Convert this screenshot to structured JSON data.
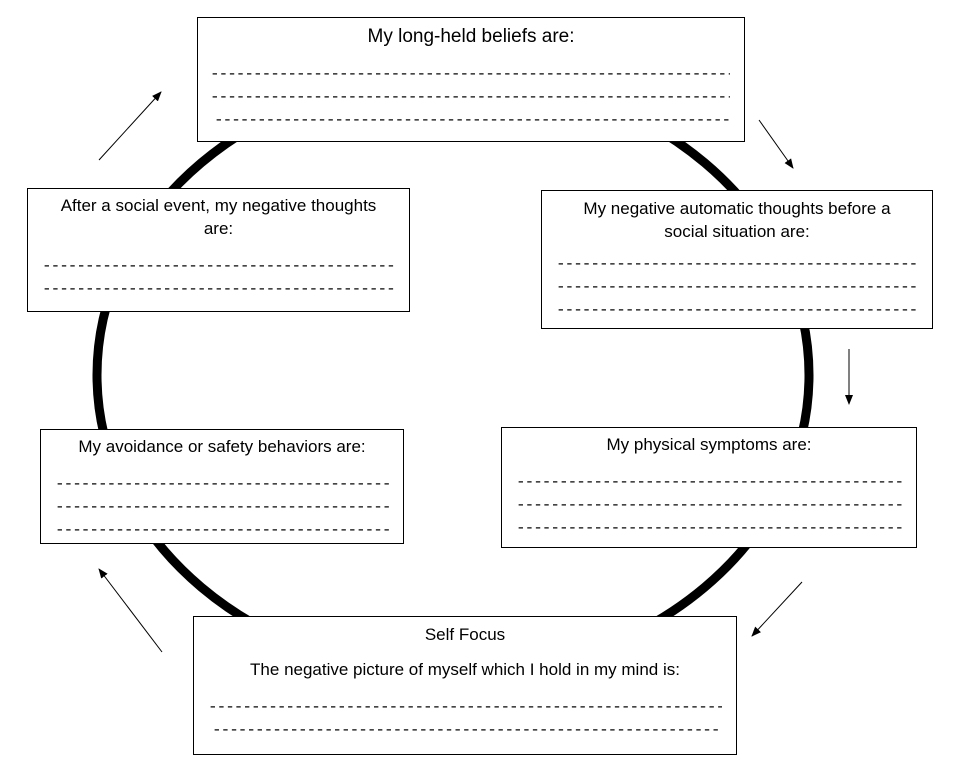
{
  "diagram": {
    "line_pattern": "------------------------------------------------------------------------------------------------",
    "boxes": {
      "beliefs": {
        "title": "My long-held beliefs are:"
      },
      "automatic_thoughts": {
        "title": "My negative automatic thoughts before a social situation are:"
      },
      "physical_symptoms": {
        "title": "My physical symptoms are:"
      },
      "self_focus": {
        "heading": "Self Focus",
        "title": "The negative picture of myself which I hold in my mind is:"
      },
      "avoidance": {
        "title": "My avoidance or safety behaviors are:"
      },
      "after_event": {
        "title": "After a social event, my negative thoughts are:"
      }
    },
    "colors": {
      "stroke": "#000000",
      "background": "#ffffff"
    }
  }
}
